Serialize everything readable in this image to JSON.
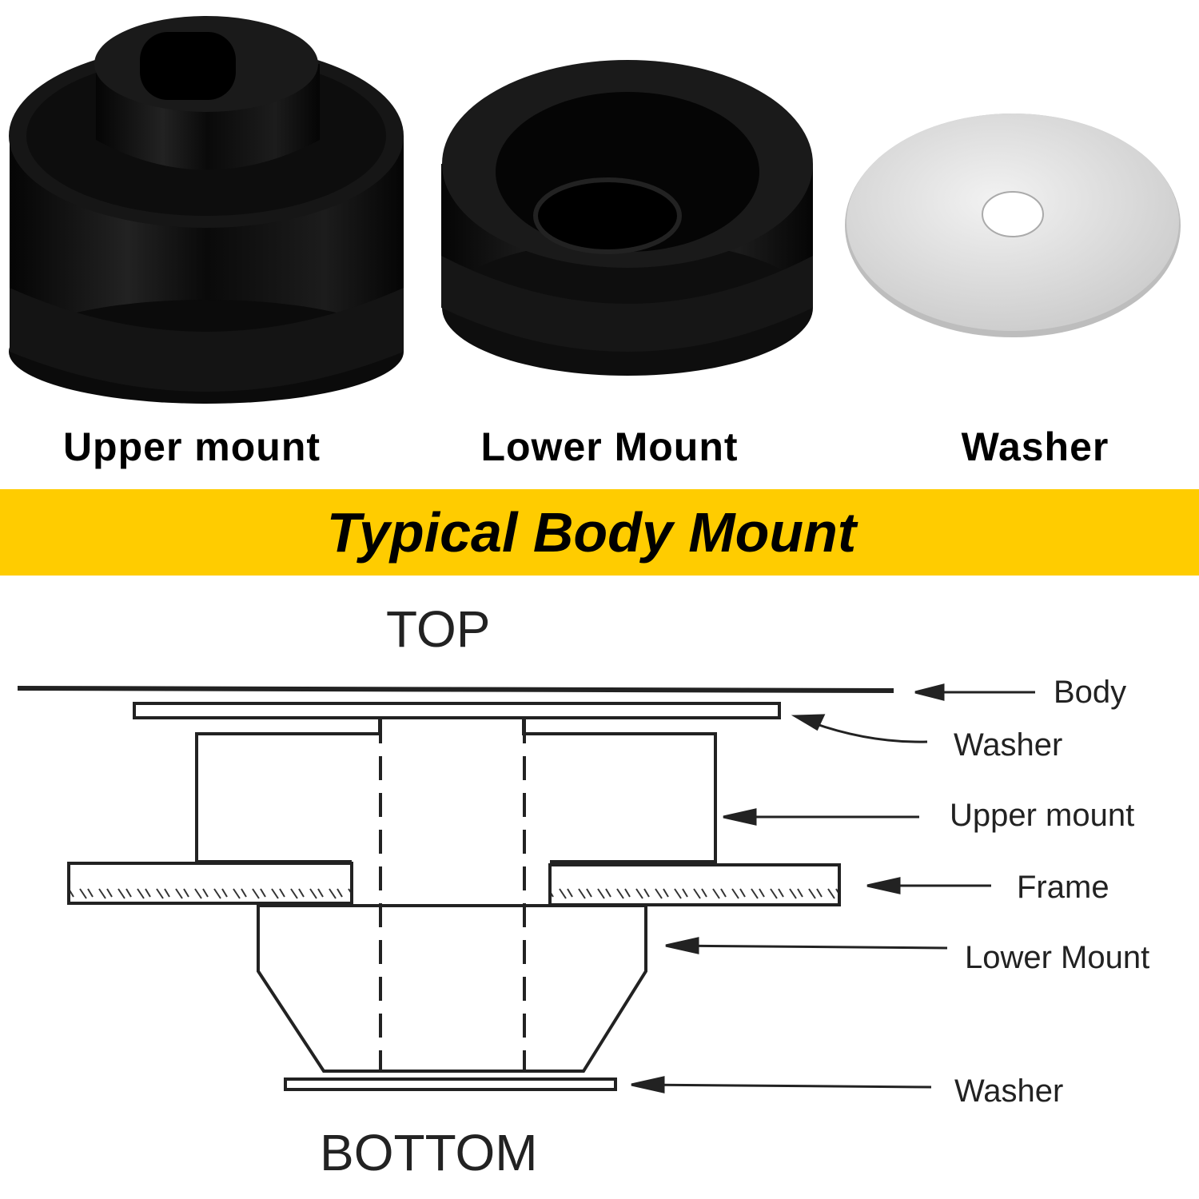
{
  "products": [
    {
      "label": "Upper mount"
    },
    {
      "label": "Lower Mount"
    },
    {
      "label": "Washer"
    }
  ],
  "banner": {
    "title": "Typical Body Mount",
    "color": "#FFCC00"
  },
  "diagram": {
    "top_label": "TOP",
    "bottom_label": "BOTTOM",
    "callouts": [
      "Body",
      "Washer",
      "Upper mount",
      "Frame",
      "Lower Mount",
      "Washer"
    ]
  }
}
